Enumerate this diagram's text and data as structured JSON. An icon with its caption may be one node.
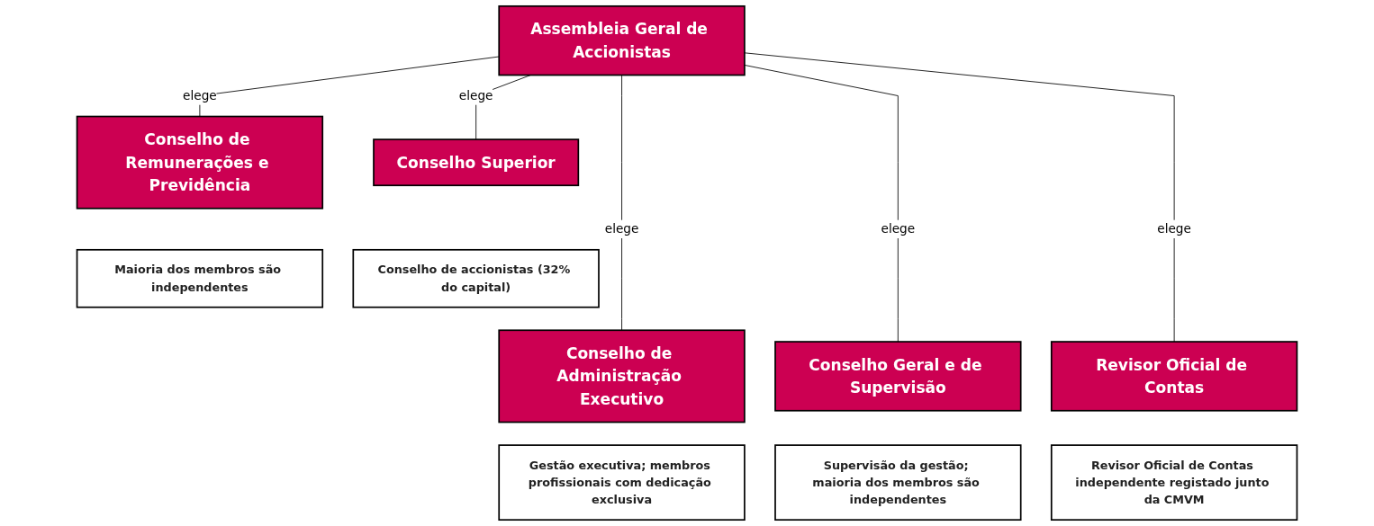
{
  "diagram": {
    "nodes": [
      {
        "text": [
          "Assembleia Geral de Accionistas"
        ]
      },
      {
        "text": [
          "Conselho de Remunerações e Previdência"
        ]
      },
      {
        "text": [
          "Maioria dos membros são independentes"
        ]
      },
      {
        "text": [
          "Conselho Superior"
        ]
      },
      {
        "text": [
          "Conselho de accionistas (32% do capital)"
        ]
      },
      {
        "text": [
          "Conselho de Administração Executivo"
        ]
      },
      {
        "text": [
          "Gestão executiva; membros profissionais com dedicação exclusiva"
        ]
      },
      {
        "text": [
          "Conselho Geral e de Supervisão"
        ]
      },
      {
        "text": [
          "Supervisão da gestão; maioria dos membros são independentes"
        ]
      },
      {
        "text": [
          "Revisor Oficial de Contas"
        ]
      },
      {
        "text": [
          "Revisor Oficial de Contas independente registado junto da CMVM"
        ]
      }
    ],
    "edges": [
      {
        "from": 0,
        "to": 1,
        "arrow": "none",
        "label": "elege"
      },
      {
        "from": 0,
        "to": 3,
        "arrow": "none",
        "label": "elege"
      },
      {
        "from": 0,
        "to": 5,
        "arrow": "none",
        "label": "elege"
      },
      {
        "from": 0,
        "to": 7,
        "arrow": "none",
        "label": "elege"
      },
      {
        "from": 0,
        "to": 9,
        "arrow": "none",
        "label": "elege"
      }
    ]
  }
}
